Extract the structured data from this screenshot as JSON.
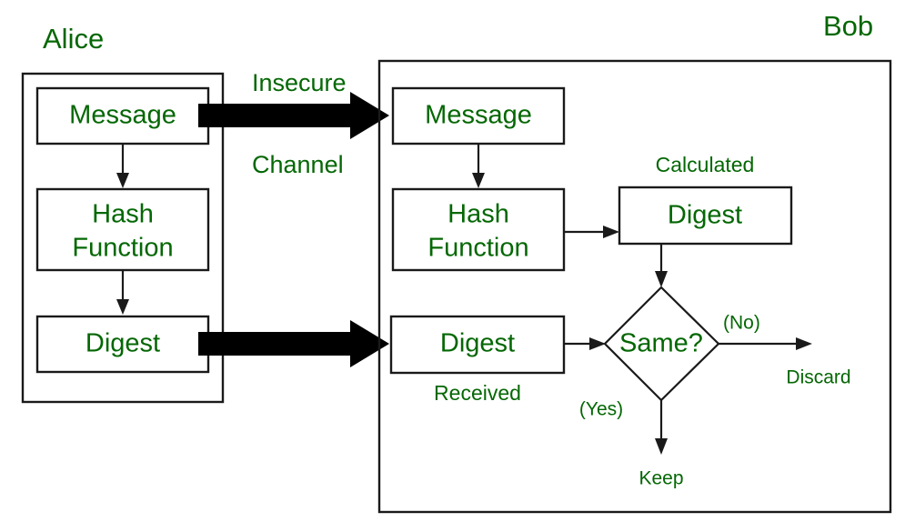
{
  "diagram": {
    "title_alt": "Hash function message integrity check between Alice and Bob",
    "colors": {
      "text_green": "#046704",
      "stroke_black": "#1a1a1a",
      "arrow_black": "#000000",
      "background": "#ffffff"
    },
    "parties": {
      "alice": "Alice",
      "bob": "Bob"
    },
    "channel": {
      "line1": "Insecure",
      "line2": "Channel"
    },
    "alice_boxes": {
      "message": "Message",
      "hash_line1": "Hash",
      "hash_line2": "Function",
      "digest": "Digest"
    },
    "bob_boxes": {
      "message": "Message",
      "hash_line1": "Hash",
      "hash_line2": "Function",
      "digest_calculated": "Digest",
      "digest_calculated_label": "Calculated",
      "digest_received": "Digest",
      "digest_received_label": "Received"
    },
    "decision": {
      "question": "Same?",
      "no_label": "(No)",
      "yes_label": "(Yes)",
      "no_outcome": "Discard",
      "yes_outcome": "Keep"
    }
  }
}
